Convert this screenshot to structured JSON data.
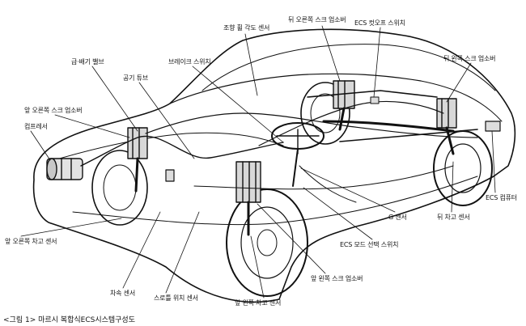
{
  "caption": "<그림 1> 마르시 복합식ECS시스템구성도",
  "labels": {
    "steering_angle_sensor": "조향 휠 각도 센서",
    "rear_right_strut": "뒤 오른쪽 스크 업소버",
    "ecs_cutoff_switch": "ECS 컷오프 스위치",
    "supply_exhaust_valve": "급·배기 밸브",
    "brake_switch": "브레이크 스위치",
    "rear_left_strut": "뒤 왼쪽 스크 업소버",
    "air_tube": "공기 튜브",
    "front_right_strut": "앞 오른쪽 스크 업소버",
    "compressor": "컴프레서",
    "ecs_computer": "ECS 컴퓨터",
    "rear_height_sensor": "뒤 차고 센서",
    "g_sensor": "G 센서",
    "front_right_height_sensor": "앞 오른쪽 차고 센서",
    "ecs_mode_switch": "ECS 모드 선택 스위치",
    "front_left_strut": "앞 왼쪽 스크 업소버",
    "vehicle_speed_sensor": "차속 센서",
    "throttle_position_sensor": "스로틀 위치 센서",
    "front_left_height_sensor": "앞 왼쪽 차고 센서"
  }
}
